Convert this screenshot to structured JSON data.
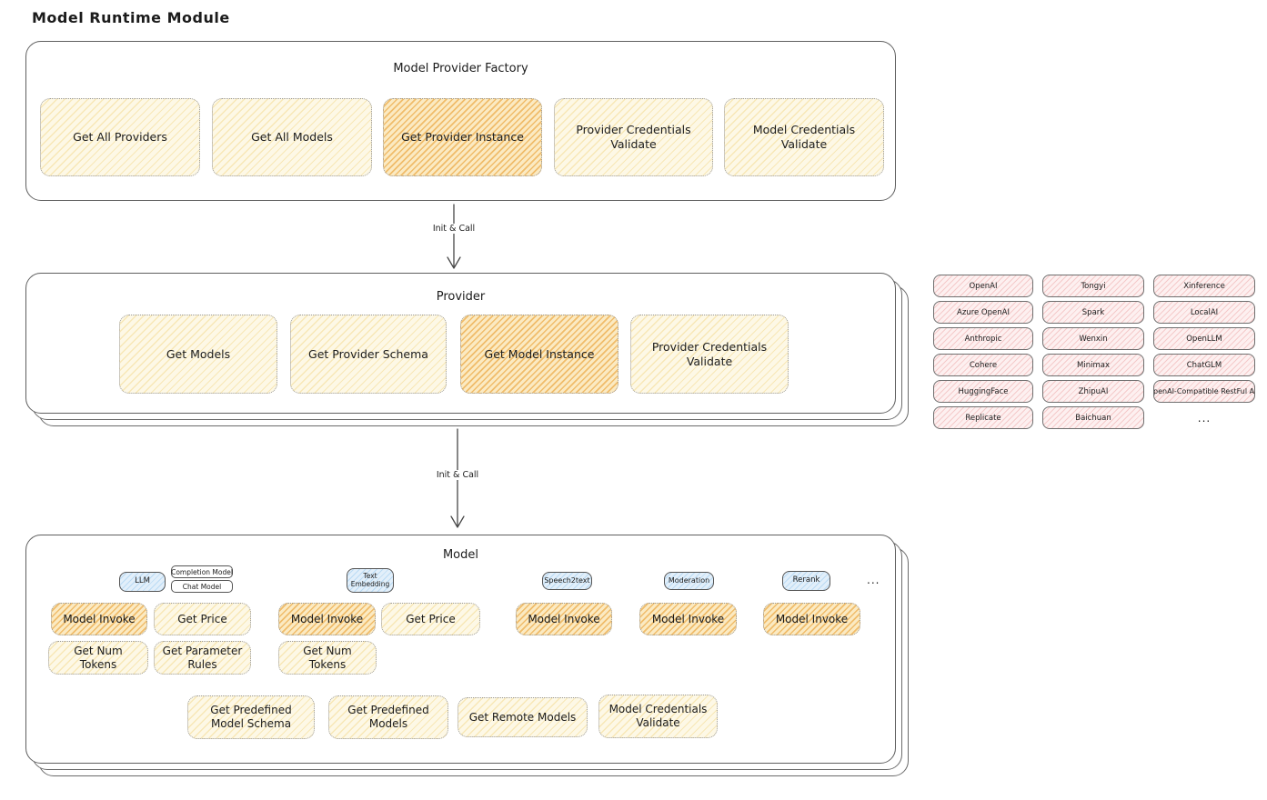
{
  "page_title": "Model Runtime Module",
  "arrows": {
    "top": "Init & Call",
    "bottom": "Init & Call"
  },
  "factory": {
    "title": "Model Provider Factory",
    "boxes": [
      "Get All Providers",
      "Get All Models",
      "Get Provider Instance",
      "Provider Credentials Validate",
      "Model Credentials Validate"
    ]
  },
  "provider": {
    "title": "Provider",
    "boxes": [
      "Get Models",
      "Get Provider Schema",
      "Get Model Instance",
      "Provider Credentials Validate"
    ]
  },
  "providers_grid": {
    "rows": [
      [
        "OpenAI",
        "Tongyi",
        "Xinference"
      ],
      [
        "Azure OpenAI",
        "Spark",
        "LocalAI"
      ],
      [
        "Anthropic",
        "Wenxin",
        "OpenLLM"
      ],
      [
        "Cohere",
        "Minimax",
        "ChatGLM"
      ],
      [
        "HuggingFace",
        "ZhipuAI",
        "OpenAI-Compatible RestFul API"
      ],
      [
        "Replicate",
        "Baichuan",
        "..."
      ]
    ]
  },
  "model": {
    "title": "Model",
    "tabs": {
      "llm": "LLM",
      "completion": "Completion Model",
      "chat": "Chat Model",
      "embedding": "Text Embedding",
      "speech": "Speech2text",
      "moderation": "Moderation",
      "rerank": "Rerank",
      "more": "..."
    },
    "row1": [
      "Model Invoke",
      "Get Price",
      "Model Invoke",
      "Get Price",
      "Model Invoke",
      "Model Invoke",
      "Model Invoke"
    ],
    "row2": [
      "Get Num Tokens",
      "Get Parameter Rules",
      "Get Num Tokens"
    ],
    "bottom": [
      "Get Predefined Model Schema",
      "Get Predefined Models",
      "Get Remote Models",
      "Model Credentials Validate"
    ]
  },
  "colors": {
    "yellow_fill": "#fdf8e6",
    "yellow_hatch": "#f3d98f",
    "highlight_fill": "#fbeac2",
    "highlight_hatch": "#eeb054",
    "provider_chip_fill": "#fdf0f0",
    "provider_chip_hatch": "#eca4a4",
    "tab_blue_fill": "#e2effa",
    "tab_blue_hatch": "#92c6ee",
    "stroke": "#5f5f5f"
  }
}
